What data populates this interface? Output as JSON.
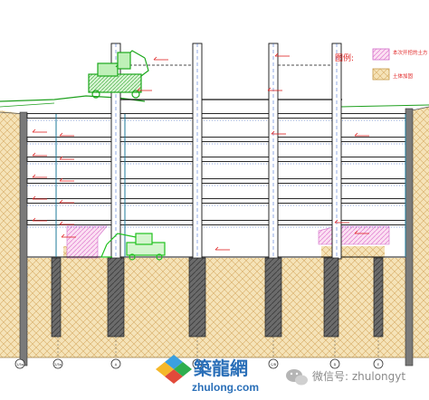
{
  "legend": {
    "title": "图例:",
    "items": [
      {
        "key": "excavation",
        "label": "本次开挖的土方"
      },
      {
        "key": "backfill",
        "label": "土体加固"
      }
    ]
  },
  "axis_markers": [
    "1/5a",
    "2/5a",
    "A",
    "B/B",
    "C/B",
    "D",
    "E"
  ],
  "watermark": {
    "brand_cn": "築龍網",
    "site": "zhulong.com",
    "wechat": "微信号: zhulongyt"
  },
  "colors": {
    "strut": "#2456c8",
    "pile_fill": "#5a5a5a",
    "soil_fill": "#f5e3b8",
    "soil_hatch": "#d6a85e",
    "excavator": "#21c11f",
    "topsoil": "#1ea01e",
    "excavation_zone": "#dd7ad8",
    "label_red": "#e02020",
    "legend_excavation": "#ff8cff",
    "legend_backfill": "#f2d28c"
  }
}
